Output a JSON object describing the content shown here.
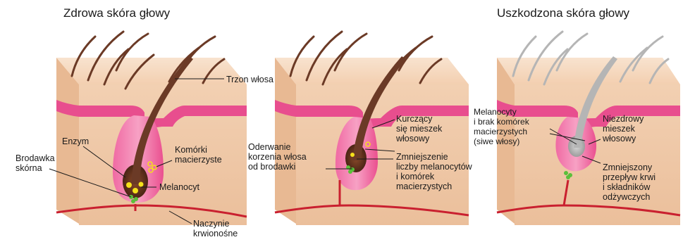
{
  "titles": {
    "healthy": "Zdrowa skóra głowy",
    "damaged": "Uszkodzona skóra głowy"
  },
  "labels": {
    "hair_shaft": "Trzon włosa",
    "enzyme": "Enzym",
    "dermal_papilla": "Brodawka\nskórna",
    "stem_cells": "Komórki\nmacierzyste",
    "melanocyte": "Melanocyt",
    "blood_vessel": "Naczynie\nkrwionośne",
    "shrinking_follicle": "Kurczący\nsię mieszek\nwłosowy",
    "root_detachment": "Oderwanie\nkorzenia włosa\nod brodawki",
    "fewer_cells": "Zmniejszenie\nliczby melanocytów\ni komórek\nmacierzystych",
    "melanocytes_missing": "Melanocyty\ni brak komórek\nmacierzystych\n(siwe włosy)",
    "unhealthy_follicle": "Niezdrowy\nmieszek\nwłosowy",
    "reduced_flow": "Zmniejszony\nprzepływ krwi\ni składników\nodżywczych"
  },
  "colors": {
    "skin_top": "#f7dcc4",
    "skin_side": "#efc8a6",
    "epidermis": "#e94b8f",
    "follicle": "#ec5a98",
    "hair_healthy": "#6b3a26",
    "hair_gray": "#b5b5b5",
    "vessel": "#c9202f",
    "melanocyte": "#f5e11b",
    "papilla_dots": "#5bbf3a"
  }
}
